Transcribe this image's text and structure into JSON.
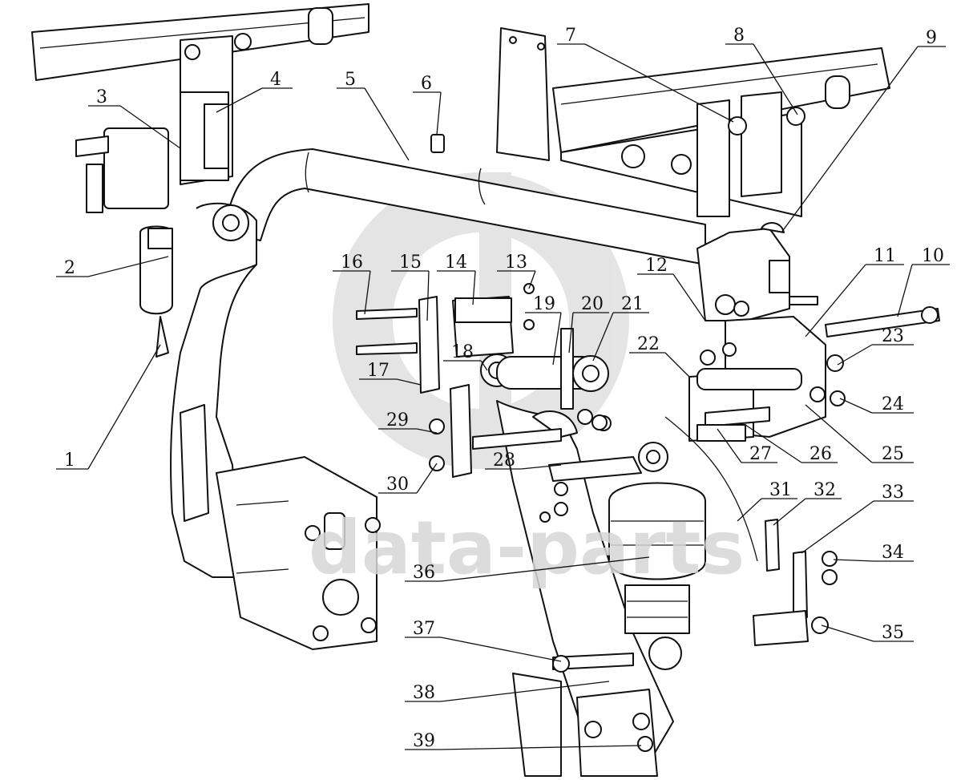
{
  "diagram": {
    "type": "exploded-assembly-parts-diagram",
    "callouts": [
      "1",
      "2",
      "3",
      "4",
      "5",
      "6",
      "7",
      "8",
      "9",
      "10",
      "11",
      "12",
      "13",
      "14",
      "15",
      "16",
      "17",
      "18",
      "19",
      "20",
      "21",
      "22",
      "23",
      "24",
      "25",
      "26",
      "27",
      "28",
      "29",
      "30",
      "31",
      "32",
      "33",
      "34",
      "35",
      "36",
      "37",
      "38",
      "39"
    ]
  },
  "watermark": {
    "text": "data-parts",
    "color": "#d6d6d6"
  },
  "colors": {
    "ink": "#111111",
    "background": "#ffffff"
  }
}
